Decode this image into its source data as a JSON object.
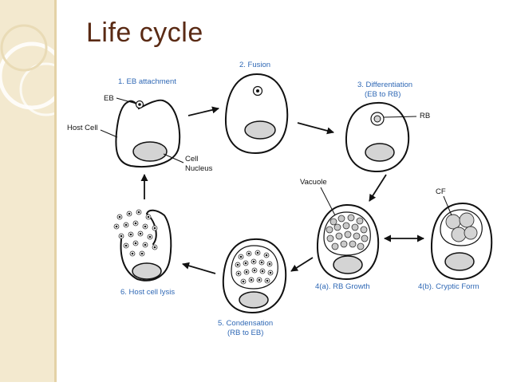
{
  "slide": {
    "title": "Life cycle"
  },
  "stages": {
    "s1": "1. EB attachment",
    "s2": "2. Fusion",
    "s3_line1": "3. Differentiation",
    "s3_line2": "(EB to RB)",
    "s4a": "4(a). RB Growth",
    "s4b": "4(b). Cryptic Form",
    "s5_line1": "5. Condensation",
    "s5_line2": "(RB to EB)",
    "s6": "6. Host cell lysis"
  },
  "labels": {
    "eb": "EB",
    "host_cell": "Host Cell",
    "cell": "Cell",
    "nucleus": "Nucleus",
    "rb": "RB",
    "vacuole": "Vacuole",
    "cf": "CF"
  },
  "colors": {
    "title": "#5a2a14",
    "stage_label": "#2f68b5",
    "stripe": "#f3e9cf",
    "nucleus": "#d4d4d4"
  }
}
